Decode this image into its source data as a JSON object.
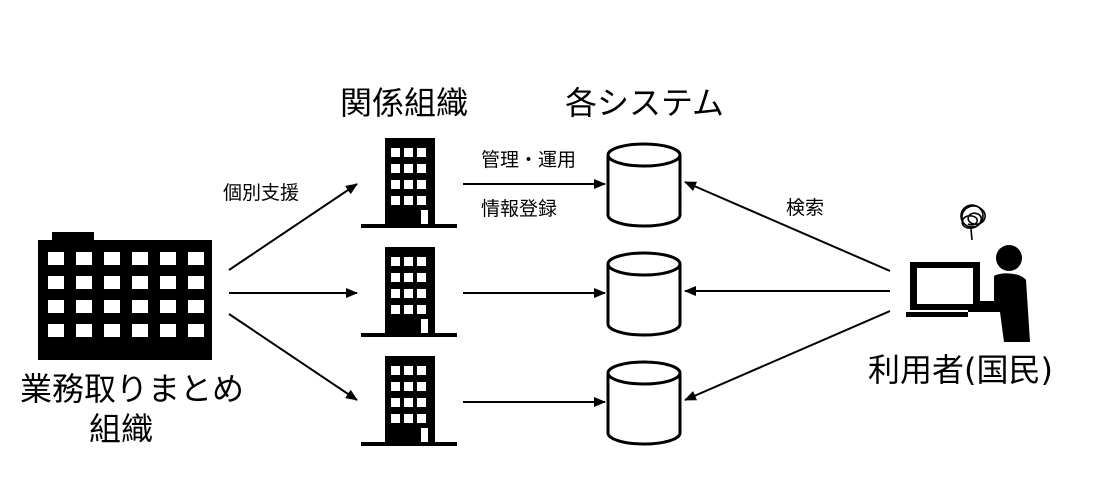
{
  "headings": {
    "related_orgs": "関係組織",
    "systems": "各システム"
  },
  "labels": {
    "individual_support": "個別支援",
    "management_operation": "管理・運用",
    "info_registration": "情報登録",
    "search": "検索"
  },
  "actors": {
    "coordinator_line1": "業務取りまとめ",
    "coordinator_line2": "組織",
    "user": "利用者(国民)"
  },
  "icons": {
    "coordinator": "office-building-icon",
    "related_org": "tall-building-icon",
    "system": "database-cylinder-icon",
    "user": "person-at-laptop-icon",
    "confusion": "tangled-scribble-icon"
  },
  "colors": {
    "ink": "#000000",
    "background": "#ffffff"
  }
}
